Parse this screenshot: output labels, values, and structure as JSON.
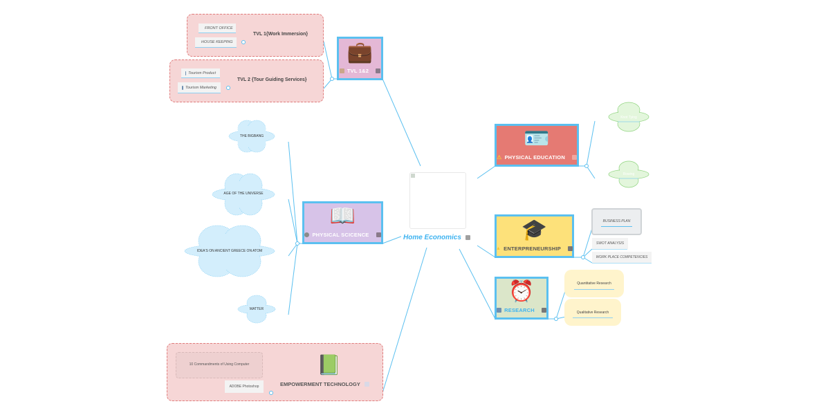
{
  "central": {
    "title": "Home Economics",
    "image_alt": "broken-image"
  },
  "colors": {
    "line": "#5bc0f0",
    "tvl_fill": "#e4b8d6",
    "science_fill": "#d7c3e8",
    "pe_fill": "#e57a73",
    "entre_fill": "#fde17a",
    "research_fill": "#dbe6c9",
    "group_fill": "#f6d6d6",
    "cloud_blue": "#d3eefc",
    "cloud_green": "#e3f6dc",
    "note_yellow": "#fff4cc"
  },
  "topics": {
    "tvl": {
      "label": "TVL 1&2",
      "icon": "briefcase-icon"
    },
    "science": {
      "label": "PHYSICAL SCICENCE",
      "icon": "book-icon"
    },
    "empowerment": {
      "label": "EMPOWERMENT TECHNOLOGY",
      "icon": "address-book-icon"
    },
    "pe": {
      "label": "PHYSICAL EDUCATION",
      "icon": "id-card-icon"
    },
    "entre": {
      "label": "ENTERPRENEURSHIP",
      "icon": "graduation-cap-icon"
    },
    "research": {
      "label": "RESEARCH",
      "icon": "alarm-clock-icon"
    }
  },
  "tvl_branches": [
    {
      "title": "TVL 1{Work Immersion}",
      "children": [
        "FRONT OFFICE",
        "HOUSE KEEPING"
      ]
    },
    {
      "title": "TVL 2 {Tour Guiding Services}",
      "children": [
        "Tourism Product",
        "Tourism Marketing"
      ]
    }
  ],
  "science_children": [
    "THE BIGBANG",
    "AGE OF THE UNIVERSE",
    "IDEA'S ON ANCIENT GREECE ON ATOM",
    "MATTER"
  ],
  "empowerment_children": [
    "10  Commandments of Using Computer",
    "ADOBE Photoshop"
  ],
  "pe_children": [
    "Knot Tying",
    "Rowing"
  ],
  "entre_children": [
    "BUSINESS PLAN",
    "SWOT ANALYSIS",
    "WORK PLACE COMPETENCIES"
  ],
  "research_children": [
    "Quantitative Research",
    "Qualitative Research"
  ]
}
